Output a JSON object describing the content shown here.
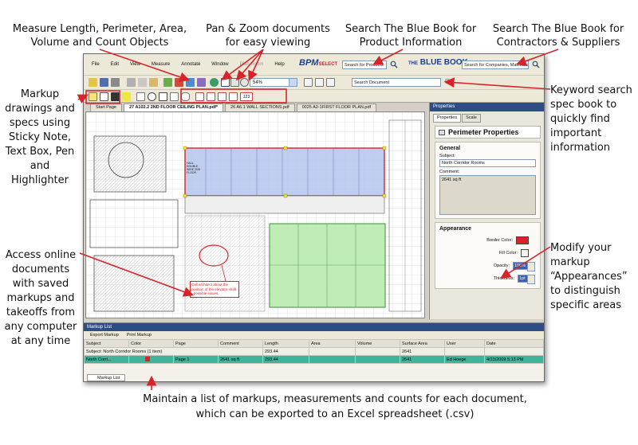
{
  "callouts": {
    "measure": "Measure Length, Perimeter, Area, Volume and Count Objects",
    "pan_zoom": "Pan & Zoom documents for easy viewing",
    "search_product": "Search The Blue Book for Product Information",
    "search_contractors": "Search The Blue Book for Contractors & Suppliers",
    "markup_tools": "Markup drawings and specs using Sticky Note, Text Box, Pen and Highlighter",
    "keyword_search": "Keyword search spec book to quickly find important information",
    "online_docs": "Access online documents with saved markups and takeoffs from any computer at any time",
    "appearances": "Modify your markup “Appearances” to distinguish specific areas",
    "markup_list": "Maintain a list of markups, measurements and counts for each document, which can be exported to an Excel spreadsheet (.csv)"
  },
  "app": {
    "menu": [
      "File",
      "Edit",
      "View",
      "Measure",
      "Annotate",
      "Window",
      "Plan Room",
      "Help"
    ],
    "brand_bpm": "BPM",
    "brand_bpm_suffix": "SELECT",
    "search_products_placeholder": "Search for Products",
    "brand_bluebook_prefix": "THE",
    "brand_bluebook": "BLUE BOOK",
    "search_companies_placeholder": "Search for Companies, Materials",
    "zoom": "54%",
    "search_document_placeholder": "Search Document",
    "markup_count_label": "123",
    "tabs": [
      "Start Page",
      "27 A102.2 2ND FLOOR CEILING PLAN.pdf*",
      "26 A6.1 WALL SECTIONS.pdf",
      "0025 A2-1FIRST FLOOR PLAN.pdf"
    ],
    "canvas": {
      "sticky_note": "Call architect about the position of the elevator shaft - possible issues.",
      "room_label": "HALL DOUBLE WIDE 2ND FLOOR"
    },
    "properties": {
      "header": "Properties",
      "tabs": [
        "Properties",
        "Scale"
      ],
      "title": "Perimeter Properties",
      "general_title": "General",
      "subject_label": "Subject:",
      "subject_value": "North Corridor Rooms",
      "comment_label": "Comment:",
      "comment_value": "2641 sq ft",
      "appearance_title": "Appearance",
      "border_color_label": "Border Color:",
      "fill_color_label": "Fill Color:",
      "opacity_label": "Opacity:",
      "opacity_value": "100%",
      "thickness_label": "Thickness:",
      "thickness_value": "1pt"
    },
    "markup_list": {
      "header": "Markup List",
      "toolbar": [
        "Export Markup",
        "Print Markup"
      ],
      "columns": [
        "Subject",
        "Color",
        "Page",
        "Comment",
        "Length",
        "Area",
        "Volume",
        "Surface Area",
        "User",
        "Date"
      ],
      "group_row": "Subject: North Corridor Rooms (1 item)",
      "group_length": "293.44",
      "group_surface": "2641",
      "row": {
        "subject": "North Corri...",
        "page": "Page 1",
        "comment": "2641 sq ft",
        "length": "293.44",
        "surface": "2641",
        "user": "Ed Hoege",
        "date": "4/23/2009 5:13 PM"
      },
      "bottom_tab": "Markup List"
    }
  },
  "colors": {
    "blue_area": "#b4c4ec",
    "green_area": "#b9eab0",
    "markup_red": "#d8232a",
    "header_blue": "#2d4d84"
  }
}
